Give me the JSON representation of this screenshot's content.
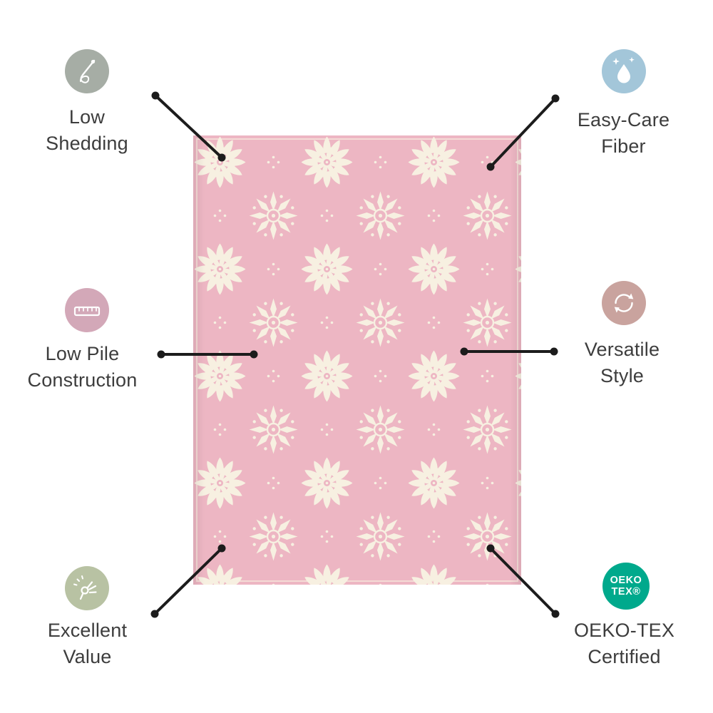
{
  "colors": {
    "background": "#ffffff",
    "text": "#3d3d3d",
    "line": "#1c1c1c",
    "rug_base": "#edb6c3",
    "rug_pattern": "#f7f0e1"
  },
  "rug": {
    "base_color": "#edb6c3",
    "pattern_color": "#f7f0e1"
  },
  "features": [
    {
      "id": "low-shedding",
      "label_line1": "Low",
      "label_line2": "Shedding",
      "icon": "needle-thread-icon",
      "circle_color": "#a6ada5"
    },
    {
      "id": "easy-care-fiber",
      "label_line1": "Easy-Care",
      "label_line2": "Fiber",
      "icon": "water-drop-sparkle-icon",
      "circle_color": "#a3c6d9"
    },
    {
      "id": "low-pile-construction",
      "label_line1": "Low Pile",
      "label_line2": "Construction",
      "icon": "ruler-icon",
      "circle_color": "#d3a8b8"
    },
    {
      "id": "versatile-style",
      "label_line1": "Versatile",
      "label_line2": "Style",
      "icon": "cycle-arrows-icon",
      "circle_color": "#c9a39e"
    },
    {
      "id": "excellent-value",
      "label_line1": "Excellent",
      "label_line2": "Value",
      "icon": "finger-snap-icon",
      "circle_color": "#b8c2a3"
    },
    {
      "id": "oeko-tex-certified",
      "label_line1": "OEKO-TEX",
      "label_line2": "Certified",
      "icon": "oeko-tex-badge",
      "circle_color": "#00a98c",
      "badge_line1": "OEKO",
      "badge_line2": "TEX®"
    }
  ]
}
